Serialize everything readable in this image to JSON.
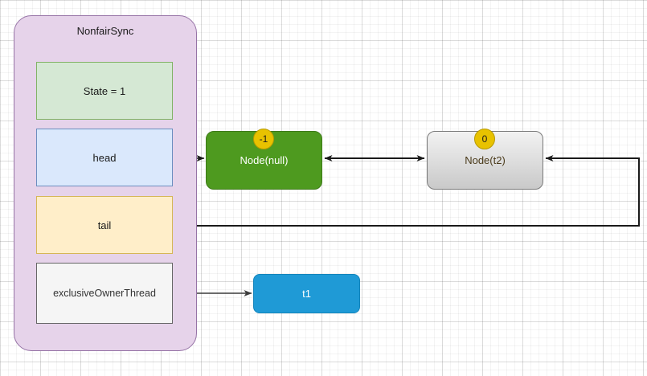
{
  "diagram": {
    "title_visible": false,
    "colors": {
      "container_fill": "#e6d3ea",
      "container_border": "#9673a6",
      "state_fill": "#d5e8d4",
      "state_border": "#82b366",
      "head_fill": "#dae8fc",
      "head_border": "#6c8ebf",
      "tail_fill": "#ffeec9",
      "tail_border": "#d6b656",
      "owner_fill": "#f5f5f5",
      "owner_border": "#666666",
      "node_green": "#4e9a1f",
      "node_gray": "#dcdcdc",
      "node_blue": "#1f9ad6",
      "badge_fill": "#e8c200",
      "edge_stroke": "#1a1a1a"
    }
  },
  "container": {
    "label": "NonfairSync",
    "fields": [
      {
        "key": "state",
        "label": "State = 1"
      },
      {
        "key": "head",
        "label": "head"
      },
      {
        "key": "tail",
        "label": "tail"
      },
      {
        "key": "owner",
        "label": "exclusiveOwnerThread"
      }
    ]
  },
  "nodes": [
    {
      "key": "node_null",
      "label": "Node(null)",
      "badge": "-1"
    },
    {
      "key": "node_t2",
      "label": "Node(t2)",
      "badge": "0"
    },
    {
      "key": "thread_t1",
      "label": "t1"
    }
  ],
  "edges": [
    {
      "key": "head-to-node-null",
      "from": "head",
      "to": "Node(null)",
      "arrows": "single"
    },
    {
      "key": "node-null-to-node-t2",
      "from": "Node(null)",
      "to": "Node(t2)",
      "arrows": "double"
    },
    {
      "key": "tail-to-node-t2",
      "from": "tail",
      "to": "Node(t2)",
      "arrows": "single-routed"
    },
    {
      "key": "owner-to-t1",
      "from": "exclusiveOwnerThread",
      "to": "t1",
      "arrows": "single"
    }
  ]
}
